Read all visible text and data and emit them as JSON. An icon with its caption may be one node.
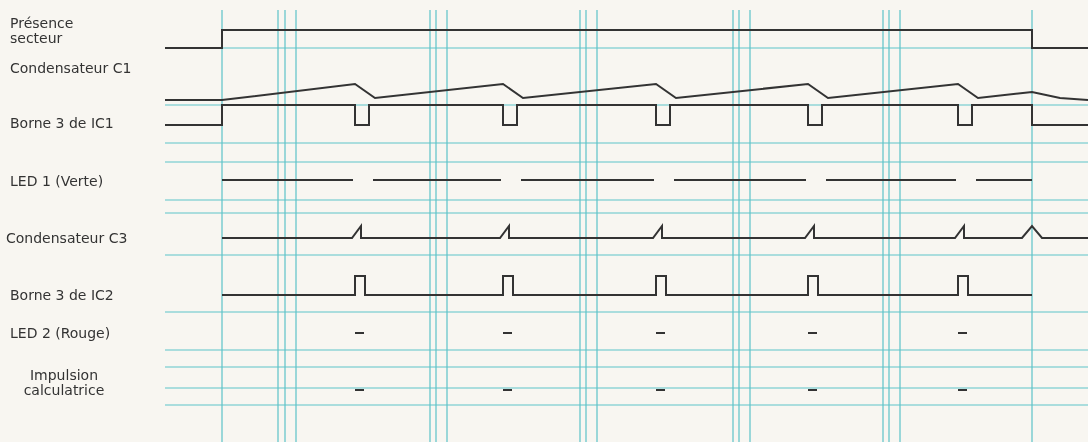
{
  "diagram": {
    "labels": [
      "Présence secteur",
      "Condensateur C1",
      "Borne 3 de IC1",
      "LED 1 (Verte)",
      "Condensateur C3",
      "Borne 3 de IC2",
      "LED 2 (Rouge)",
      "Impulsion calculatrice"
    ]
  }
}
